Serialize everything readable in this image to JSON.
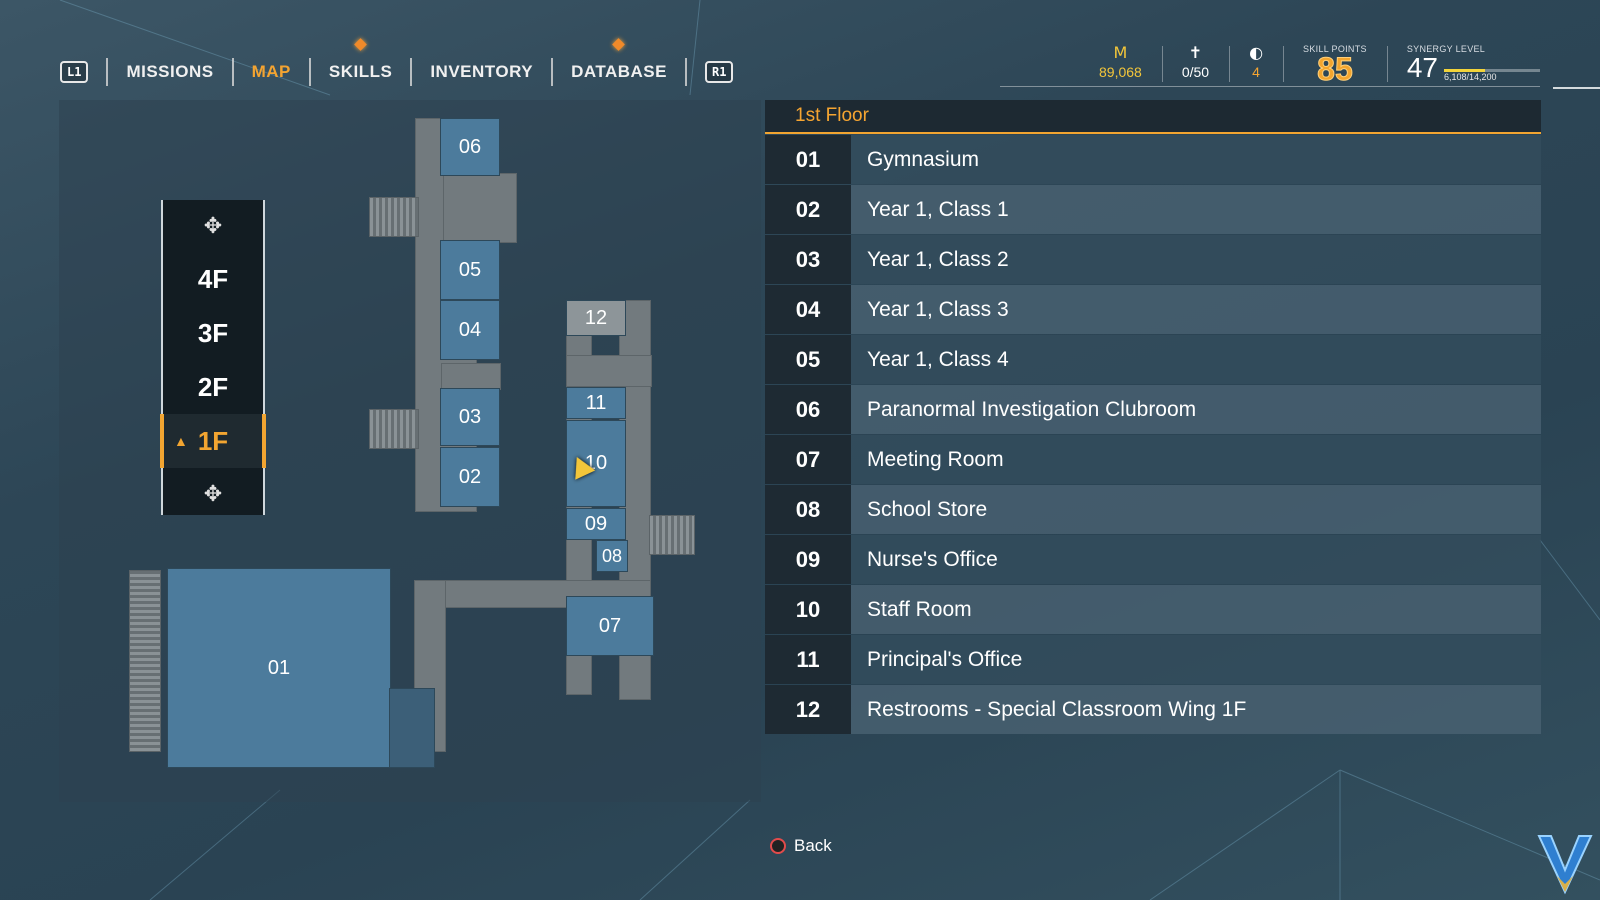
{
  "nav": {
    "left_button": "L1",
    "right_button": "R1",
    "tabs": [
      {
        "label": "MISSIONS",
        "active": false,
        "notify": false
      },
      {
        "label": "MAP",
        "active": true,
        "notify": false
      },
      {
        "label": "SKILLS",
        "active": false,
        "notify": true
      },
      {
        "label": "INVENTORY",
        "active": false,
        "notify": false
      },
      {
        "label": "DATABASE",
        "active": false,
        "notify": true
      }
    ]
  },
  "hud": {
    "money": "89,068",
    "money_icon": "M",
    "collectibles": "0/50",
    "tokens": "4",
    "skill_points_label": "SKILL POINTS",
    "skill_points": "85",
    "synergy_label": "SYNERGY LEVEL",
    "synergy_level": "47",
    "synergy_xp": "6,108/14,200",
    "synergy_progress": 0.43
  },
  "floors": {
    "items": [
      "4F",
      "3F",
      "2F",
      "1F"
    ],
    "current": "1F"
  },
  "map": {
    "rooms": {
      "r01": "01",
      "r02": "02",
      "r03": "03",
      "r04": "04",
      "r05": "05",
      "r06": "06",
      "r07": "07",
      "r08": "08",
      "r09": "09",
      "r10": "10",
      "r11": "11",
      "r12": "12"
    }
  },
  "legend": {
    "title": "1st Floor",
    "rooms": [
      {
        "num": "01",
        "name": "Gymnasium"
      },
      {
        "num": "02",
        "name": "Year 1, Class 1"
      },
      {
        "num": "03",
        "name": "Year 1, Class 2"
      },
      {
        "num": "04",
        "name": "Year 1, Class 3"
      },
      {
        "num": "05",
        "name": "Year 1, Class 4"
      },
      {
        "num": "06",
        "name": "Paranormal Investigation Clubroom"
      },
      {
        "num": "07",
        "name": "Meeting Room"
      },
      {
        "num": "08",
        "name": "School Store"
      },
      {
        "num": "09",
        "name": "Nurse's Office"
      },
      {
        "num": "10",
        "name": "Staff Room"
      },
      {
        "num": "11",
        "name": "Principal's Office"
      },
      {
        "num": "12",
        "name": "Restrooms - Special Classroom Wing 1F"
      }
    ]
  },
  "footer": {
    "back_label": "Back"
  },
  "colors": {
    "accent": "#f2a531",
    "room": "#4c7b9c",
    "corridor": "#727a7e"
  }
}
